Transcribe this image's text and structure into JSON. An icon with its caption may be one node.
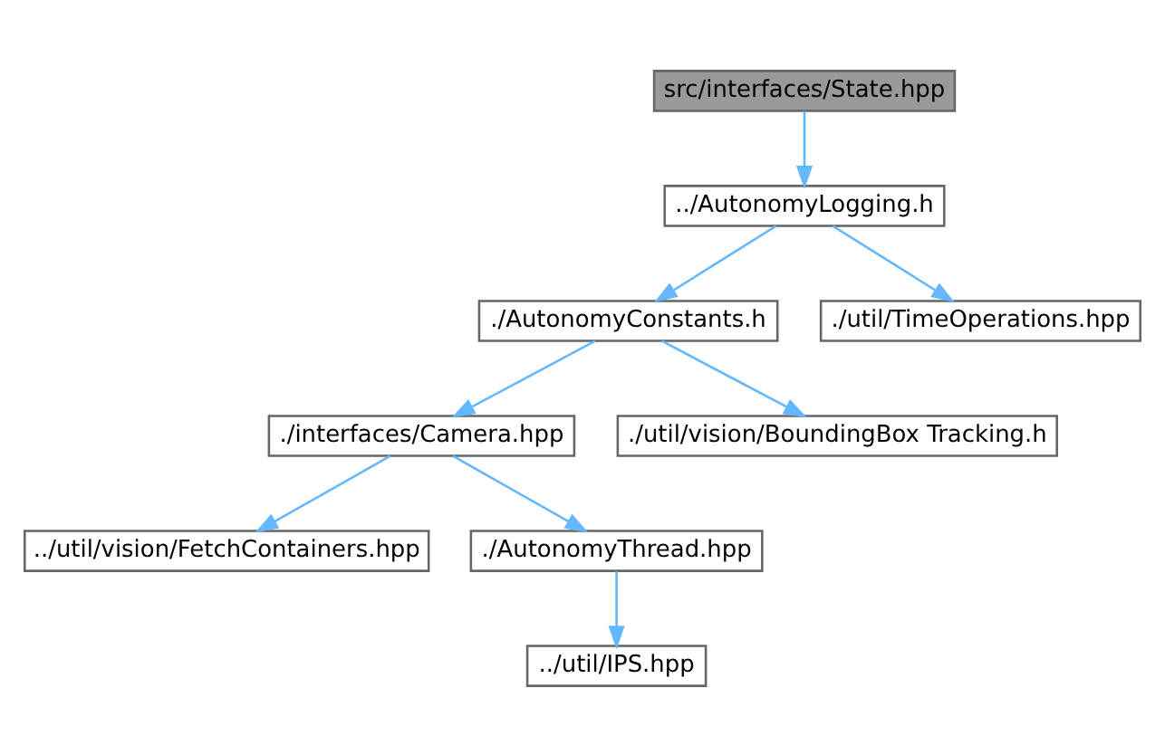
{
  "diagram": {
    "nodes": [
      {
        "text": [
          "src/interfaces/State.hpp"
        ]
      },
      {
        "text": [
          "../AutonomyLogging.h"
        ]
      },
      {
        "text": [
          "./AutonomyConstants.h"
        ]
      },
      {
        "text": [
          "./util/TimeOperations.hpp"
        ]
      },
      {
        "text": [
          "./interfaces/Camera.hpp"
        ]
      },
      {
        "text": [
          "./util/vision/BoundingBox Tracking.h"
        ]
      },
      {
        "text": [
          "../util/vision/FetchContainers.hpp"
        ]
      },
      {
        "text": [
          "./AutonomyThread.hpp"
        ]
      },
      {
        "text": [
          "../util/IPS.hpp"
        ]
      }
    ],
    "edges": [
      {
        "from": 0,
        "to": 1,
        "arrow": "to"
      },
      {
        "from": 1,
        "to": 2,
        "arrow": "to"
      },
      {
        "from": 1,
        "to": 3,
        "arrow": "to"
      },
      {
        "from": 2,
        "to": 4,
        "arrow": "to"
      },
      {
        "from": 2,
        "to": 5,
        "arrow": "to"
      },
      {
        "from": 4,
        "to": 6,
        "arrow": "to"
      },
      {
        "from": 4,
        "to": 7,
        "arrow": "to"
      },
      {
        "from": 7,
        "to": 8,
        "arrow": "to"
      }
    ]
  }
}
